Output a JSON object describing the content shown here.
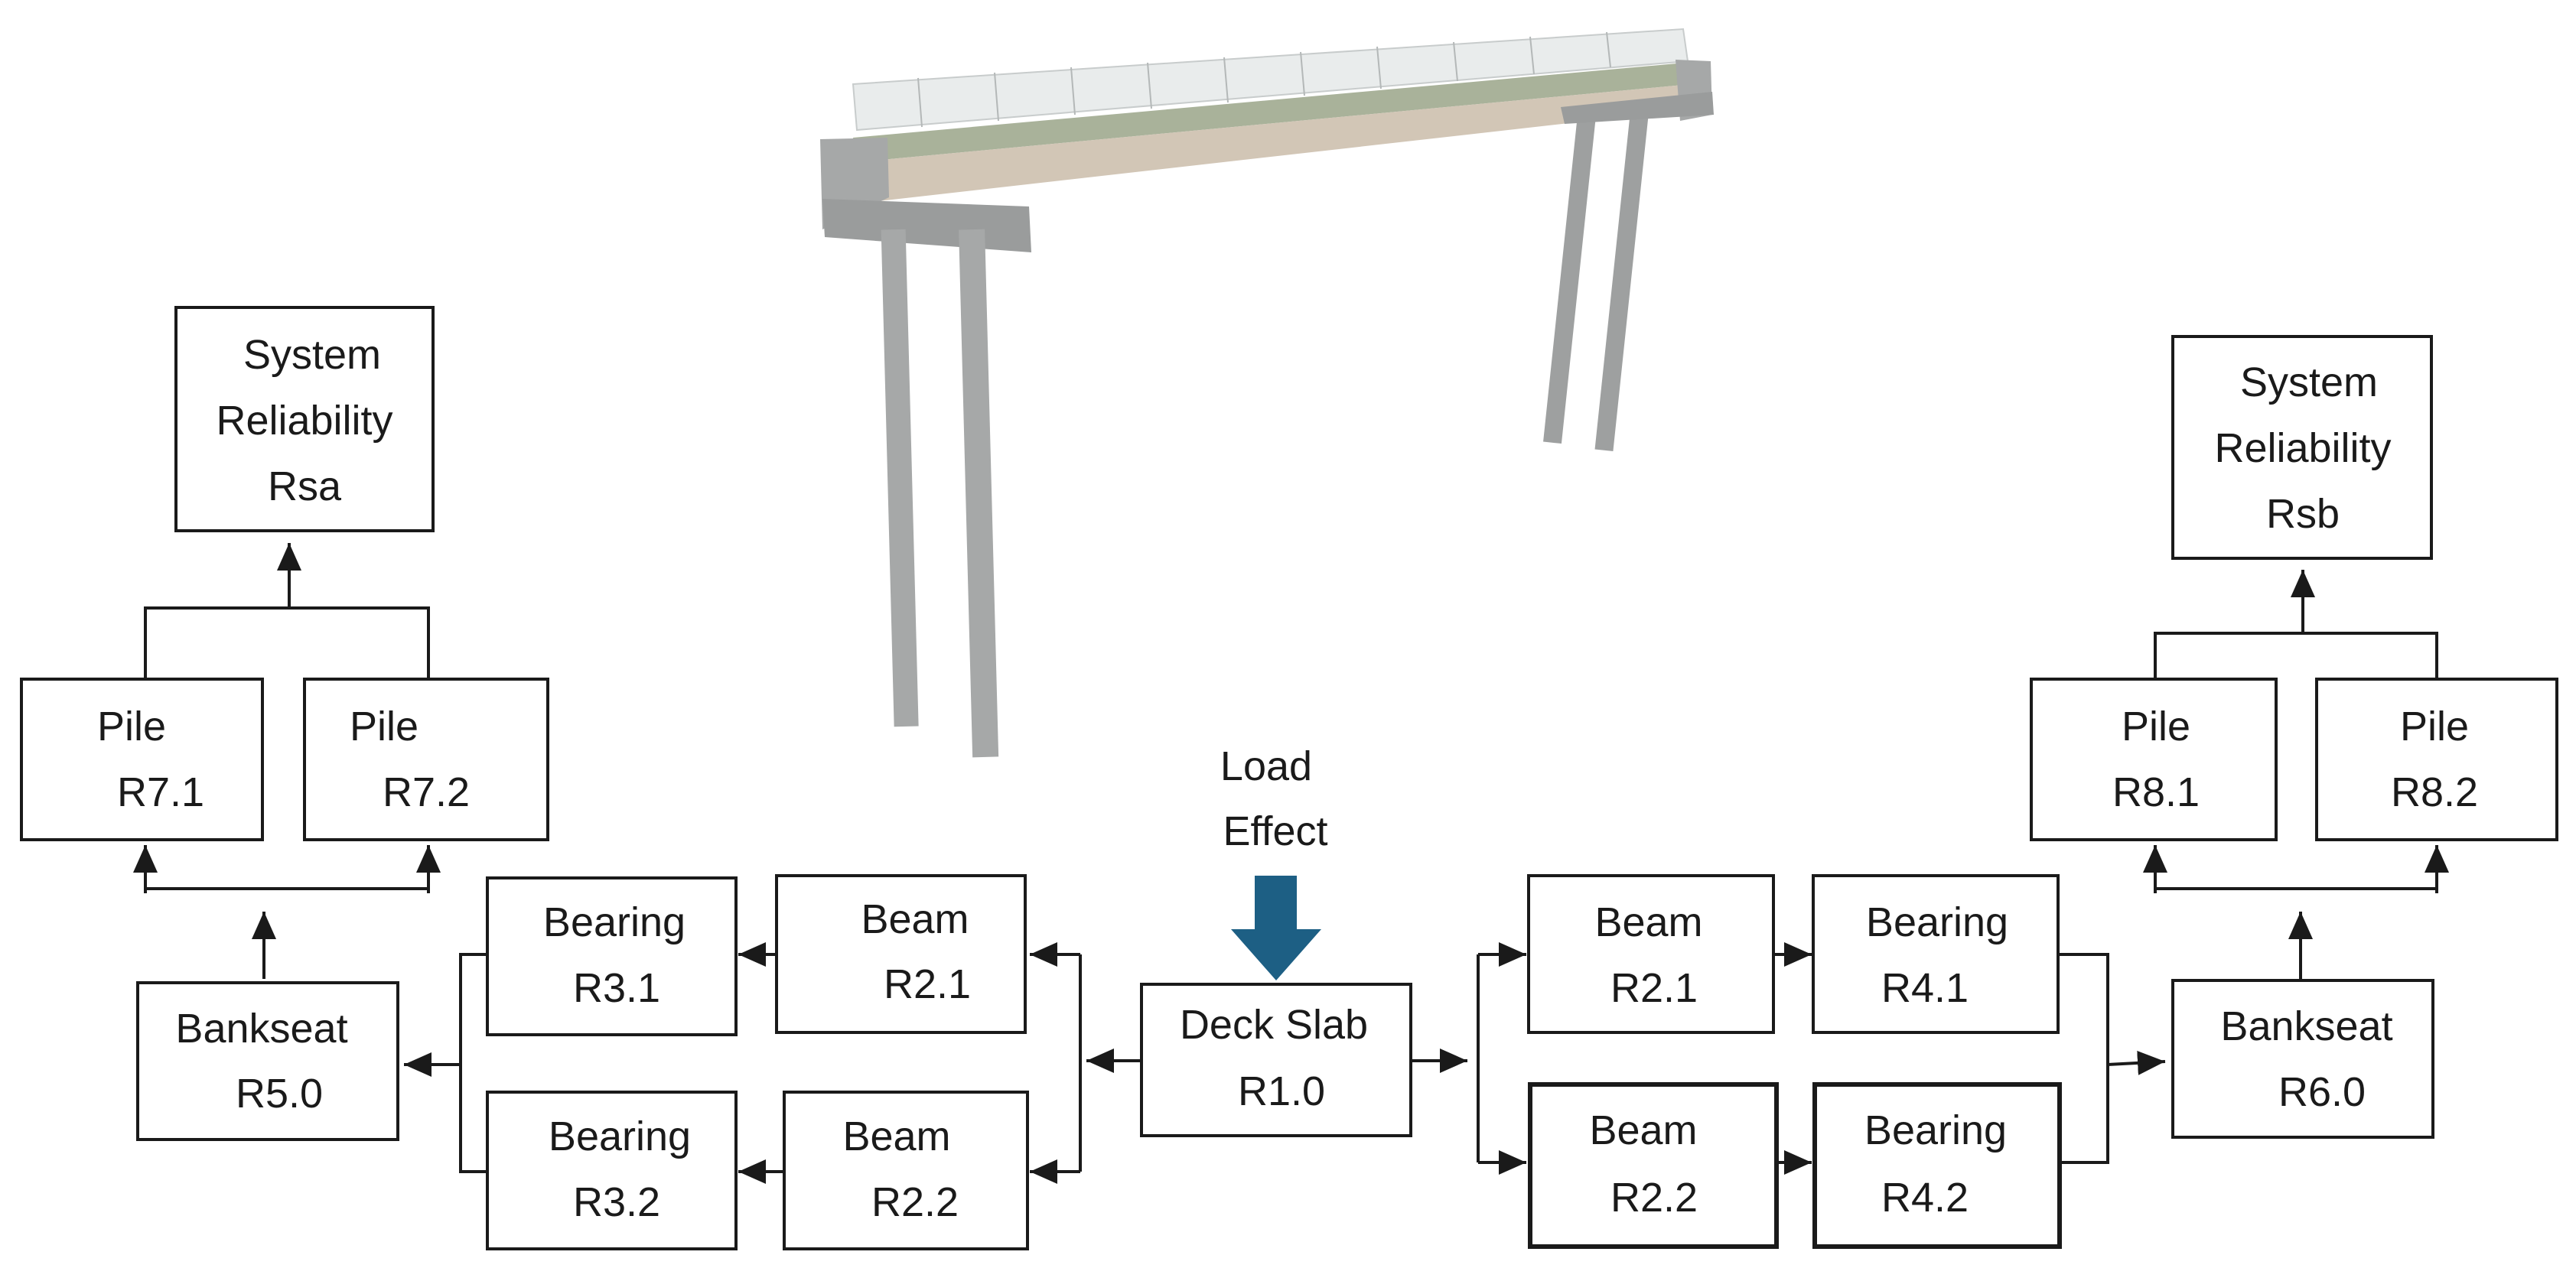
{
  "colors": {
    "arrow": "#1d5f84",
    "line": "#1a1a1a",
    "concrete": "#a6a8a8",
    "deck": "#d2c6b6"
  },
  "nodes": {
    "rsa": [
      "System",
      "Reliability",
      "Rsa"
    ],
    "rsb": [
      "System",
      "Reliability",
      "Rsb"
    ],
    "pile_r71": [
      "Pile",
      "R7.1"
    ],
    "pile_r72": [
      "Pile",
      "R7.2"
    ],
    "pile_r81": [
      "Pile",
      "R8.1"
    ],
    "pile_r82": [
      "Pile",
      "R8.2"
    ],
    "bearing_r31": [
      "Bearing",
      "R3.1"
    ],
    "bearing_r32": [
      "Bearing",
      "R3.2"
    ],
    "bearing_r41": [
      "Bearing",
      "R4.1"
    ],
    "bearing_r42": [
      "Bearing",
      "R4.2"
    ],
    "beam_left_r21": [
      "Beam",
      "R2.1"
    ],
    "beam_left_r22": [
      "Beam",
      "R2.2"
    ],
    "beam_right_r21": [
      "Beam",
      "R2.1"
    ],
    "beam_right_r22": [
      "Beam",
      "R2.2"
    ],
    "bankseat_r50": [
      "Bankseat",
      "R5.0"
    ],
    "bankseat_r60": [
      "Bankseat",
      "R6.0"
    ],
    "deck_slab": [
      "Deck Slab",
      "R1.0"
    ],
    "load_effect": [
      "Load",
      "Effect"
    ]
  }
}
